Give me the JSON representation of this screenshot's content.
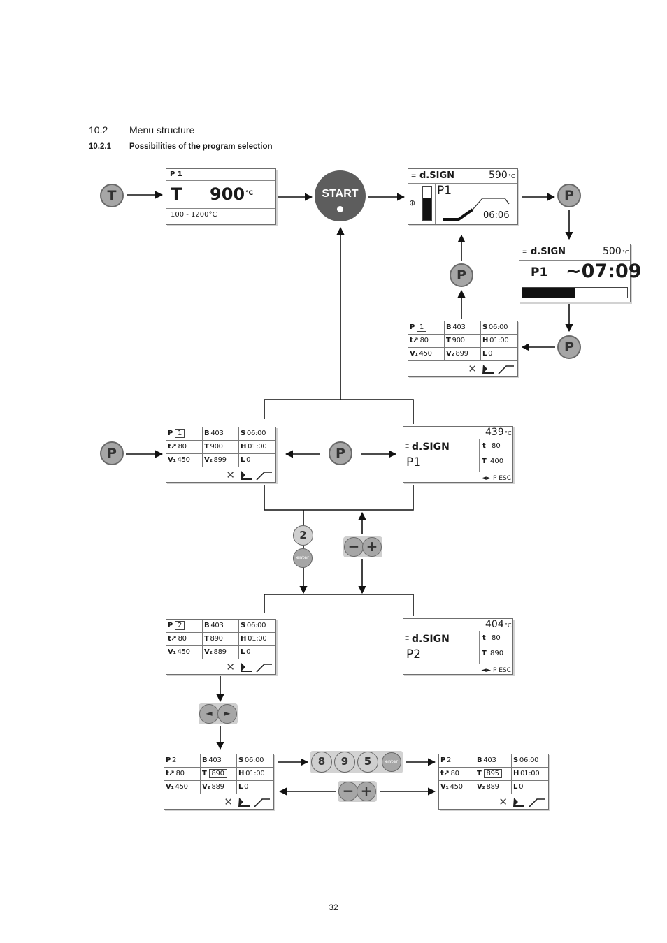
{
  "section": {
    "number": "10.2",
    "title": "Menu structure"
  },
  "subsection": {
    "number": "10.2.1",
    "title": "Possibilities of the program selection"
  },
  "page_number": "32",
  "keys": {
    "t": "T",
    "p": "P",
    "start": "START",
    "two": "2",
    "enter": "enter",
    "minus": "−",
    "plus": "+",
    "left": "◄",
    "right": "►",
    "eight": "8",
    "nine": "9",
    "five": "5"
  },
  "temp_panel": {
    "program": "P 1",
    "letter": "T",
    "value": "900",
    "unit": "°C",
    "range": "100 - 1200°C"
  },
  "firing_panel": {
    "brand": "d.SIGN",
    "temp": "590",
    "unit": "°C",
    "program": "P1",
    "time": "06:06"
  },
  "progress_panel": {
    "brand": "d.SIGN",
    "temp": "500",
    "unit": "°C",
    "program": "P1",
    "remaining": "~07:09",
    "progress": 0.5
  },
  "table_small": {
    "rows": [
      [
        {
          "k": "P",
          "v": "1",
          "hl": true
        },
        {
          "k": "B",
          "v": "403"
        },
        {
          "k": "S",
          "v": "06:00"
        }
      ],
      [
        {
          "k": "t↗",
          "v": "80"
        },
        {
          "k": "T",
          "v": "900"
        },
        {
          "k": "H",
          "v": "01:00"
        }
      ],
      [
        {
          "k": "V₁",
          "v": "450"
        },
        {
          "k": "V₂",
          "v": "899"
        },
        {
          "k": "L",
          "v": "0"
        }
      ]
    ]
  },
  "table_p1": {
    "rows": [
      [
        {
          "k": "P",
          "v": "1",
          "hl": true
        },
        {
          "k": "B",
          "v": "403"
        },
        {
          "k": "S",
          "v": "06:00"
        }
      ],
      [
        {
          "k": "t↗",
          "v": "80"
        },
        {
          "k": "T",
          "v": "900"
        },
        {
          "k": "H",
          "v": "01:00"
        }
      ],
      [
        {
          "k": "V₁",
          "v": "450"
        },
        {
          "k": "V₂",
          "v": "899"
        },
        {
          "k": "L",
          "v": "0"
        }
      ]
    ]
  },
  "table_p2": {
    "rows": [
      [
        {
          "k": "P",
          "v": "2",
          "hl": true
        },
        {
          "k": "B",
          "v": "403"
        },
        {
          "k": "S",
          "v": "06:00"
        }
      ],
      [
        {
          "k": "t↗",
          "v": "80"
        },
        {
          "k": "T",
          "v": "890"
        },
        {
          "k": "H",
          "v": "01:00"
        }
      ],
      [
        {
          "k": "V₁",
          "v": "450"
        },
        {
          "k": "V₂",
          "v": "889"
        },
        {
          "k": "L",
          "v": "0"
        }
      ]
    ]
  },
  "table_p2_edit": {
    "rows": [
      [
        {
          "k": "P",
          "v": "2"
        },
        {
          "k": "B",
          "v": "403"
        },
        {
          "k": "S",
          "v": "06:00"
        }
      ],
      [
        {
          "k": "t↗",
          "v": "80"
        },
        {
          "k": "T",
          "v": "890",
          "hl": true
        },
        {
          "k": "H",
          "v": "01:00"
        }
      ],
      [
        {
          "k": "V₁",
          "v": "450"
        },
        {
          "k": "V₂",
          "v": "889"
        },
        {
          "k": "L",
          "v": "0"
        }
      ]
    ]
  },
  "table_p2_new": {
    "rows": [
      [
        {
          "k": "P",
          "v": "2"
        },
        {
          "k": "B",
          "v": "403"
        },
        {
          "k": "S",
          "v": "06:00"
        }
      ],
      [
        {
          "k": "t↗",
          "v": "80"
        },
        {
          "k": "T",
          "v": "895",
          "hl": true
        },
        {
          "k": "H",
          "v": "01:00"
        }
      ],
      [
        {
          "k": "V₁",
          "v": "450"
        },
        {
          "k": "V₂",
          "v": "889"
        },
        {
          "k": "L",
          "v": "0"
        }
      ]
    ]
  },
  "design_p1": {
    "temp": "439",
    "unit": "°C",
    "brand": "d.SIGN",
    "program": "P1",
    "t_label": "t",
    "t_value": "80",
    "T_label": "T",
    "T_value": "400",
    "footer": "◄► P ESC"
  },
  "design_p2": {
    "temp": "404",
    "unit": "°C",
    "brand": "d.SIGN",
    "program": "P2",
    "t_label": "t",
    "t_value": "80",
    "T_label": "T",
    "T_value": "890",
    "footer": "◄► P ESC"
  }
}
